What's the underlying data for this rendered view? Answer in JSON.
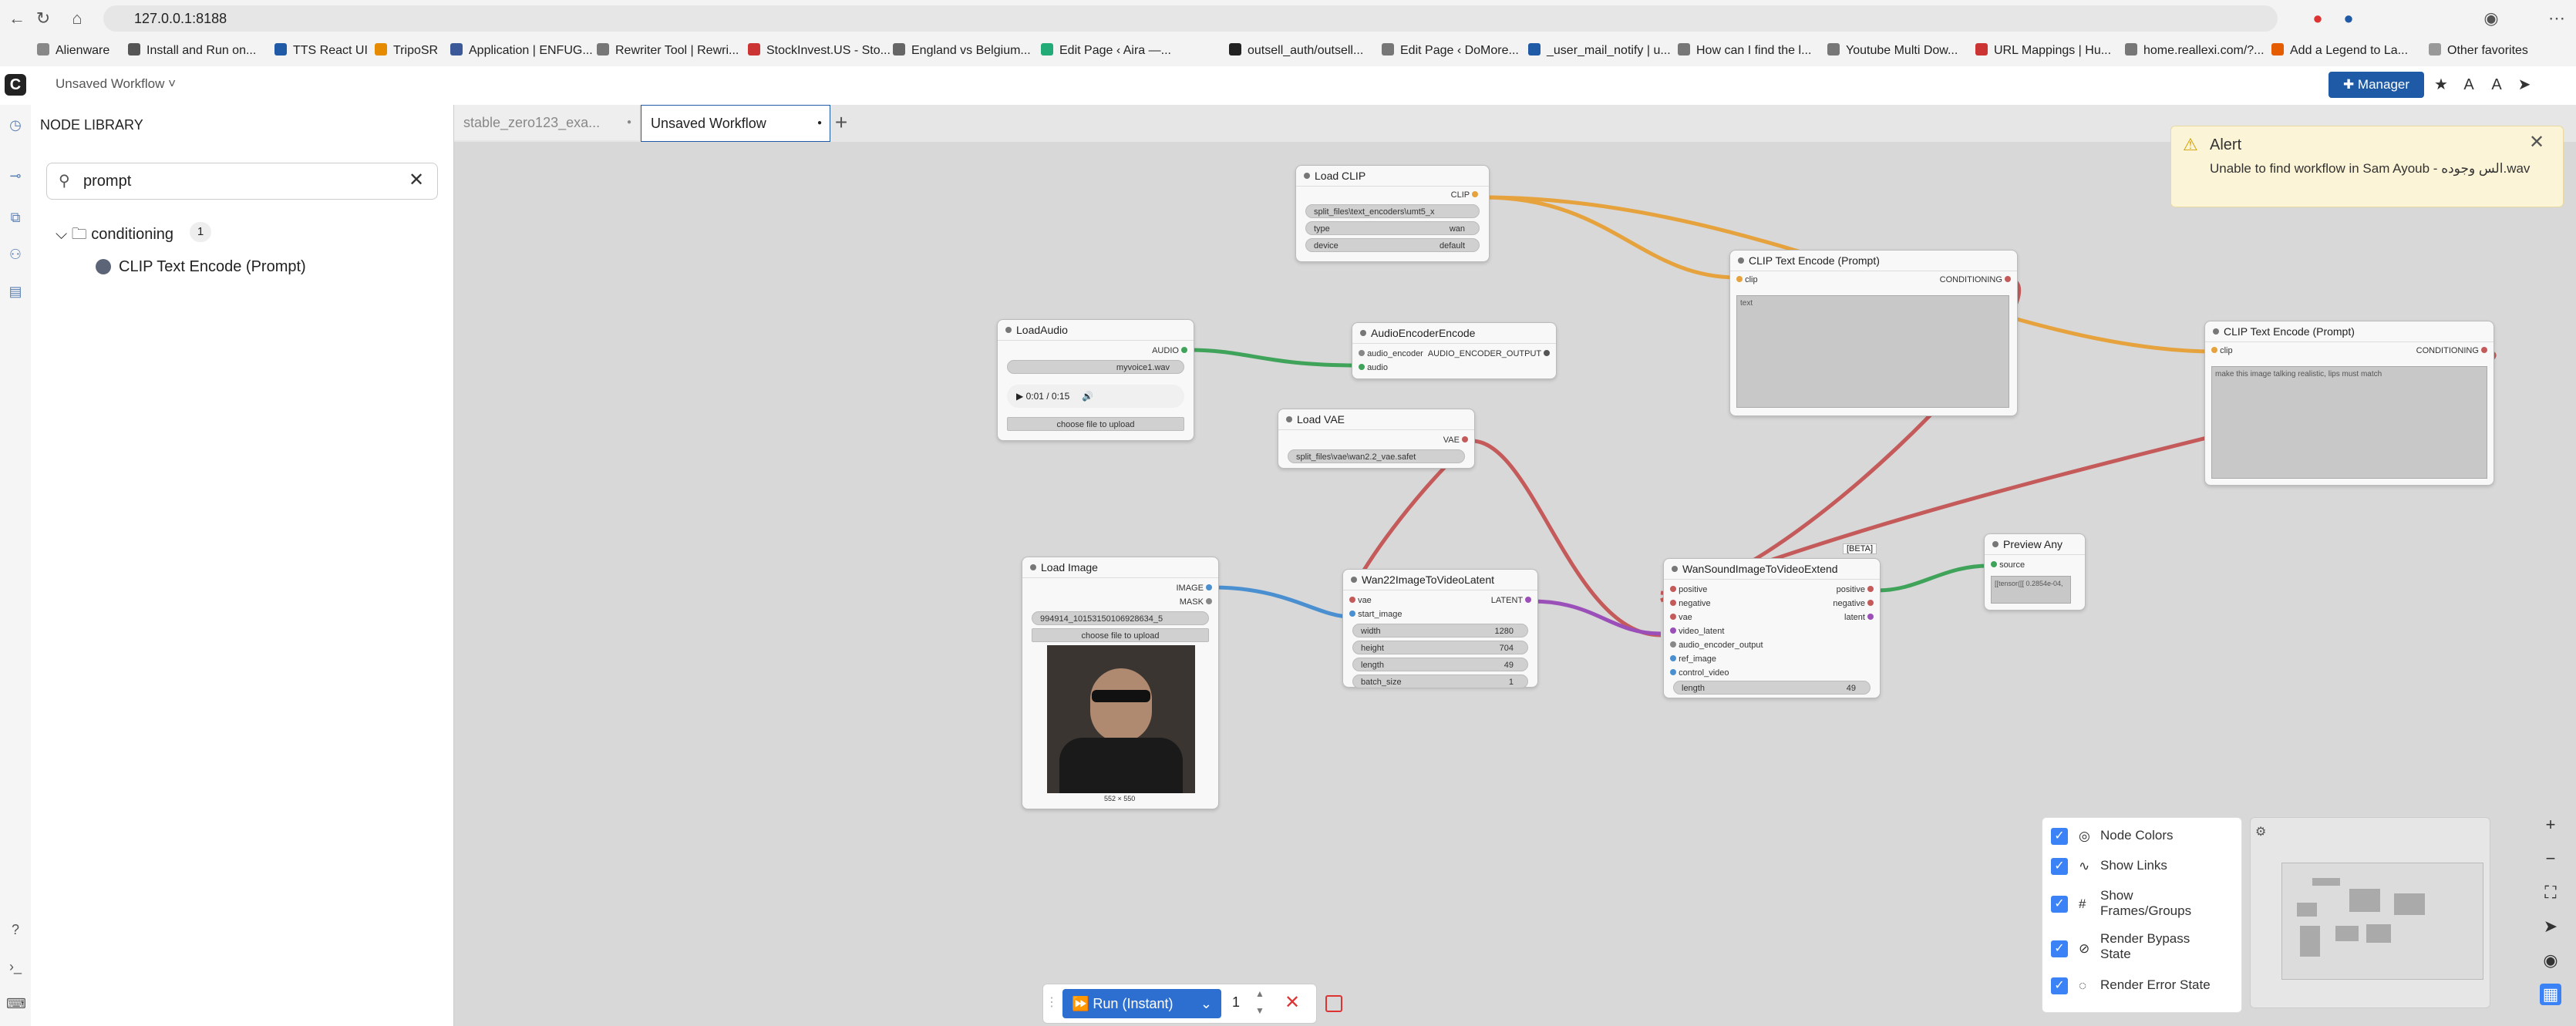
{
  "browser": {
    "url": "127.0.0.1:8188",
    "bookmarks": [
      "Alienware",
      "Install and Run on...",
      "TTS React UI",
      "TripoSR",
      "Application | ENFUG...",
      "Rewriter Tool | Rewri...",
      "StockInvest.US - Sto...",
      "England vs Belgium...",
      "Edit Page ‹ Aira —...",
      "outsell_auth/outsell...",
      "Edit Page ‹ DoMore...",
      "_user_mail_notify | u...",
      "How can I find the l...",
      "Youtube Multi Dow...",
      "URL Mappings | Hu...",
      "home.reallexi.com/?...",
      "Add a Legend to La..."
    ],
    "other_favorites": "Other favorites"
  },
  "app": {
    "workflow_menu": "Unsaved Workflow ˅",
    "manager_label": "Manager"
  },
  "library": {
    "title": "NODE LIBRARY",
    "search_value": "prompt",
    "category": "conditioning",
    "category_count": "1",
    "leaf": "CLIP Text Encode (Prompt)"
  },
  "tabs": [
    {
      "label": "stable_zero123_exa..."
    },
    {
      "label": "Unsaved Workflow"
    }
  ],
  "nodes": {
    "load_clip": {
      "title": "Load CLIP",
      "out": "CLIP",
      "w1": "split_files\\text_encoders\\umt5_x",
      "w2_label": "type",
      "w2_value": "wan",
      "w3_label": "device",
      "w3_value": "default"
    },
    "clip_text_1": {
      "title": "CLIP Text Encode (Prompt)",
      "in": "clip",
      "out": "CONDITIONING",
      "text": "text"
    },
    "clip_text_2": {
      "title": "CLIP Text Encode (Prompt)",
      "in": "clip",
      "out": "CONDITIONING",
      "text": "make this image talking realistic, lips must match"
    },
    "load_audio": {
      "title": "LoadAudio",
      "out": "AUDIO",
      "audio_file": "myvoice1.wav",
      "time": "0:01 / 0:15",
      "upload": "choose file to upload"
    },
    "audio_encoder": {
      "title": "AudioEncoderEncode",
      "in1": "audio_encoder",
      "out": "AUDIO_ENCODER_OUTPUT",
      "in2": "audio"
    },
    "load_vae": {
      "title": "Load VAE",
      "out": "VAE",
      "vae_file": "split_files\\vae\\wan2.2_vae.safet"
    },
    "load_image": {
      "title": "Load Image",
      "out1": "IMAGE",
      "out2": "MASK",
      "image_file": "994914_10153150106928634_5",
      "upload": "choose file to upload",
      "size": "552 × 550"
    },
    "wan22": {
      "title": "Wan22ImageToVideoLatent",
      "in1": "vae",
      "in2": "start_image",
      "out": "LATENT",
      "width": "1280",
      "height": "704",
      "length": "49",
      "batch_size": "1",
      "l_width": "width",
      "l_height": "height",
      "l_length": "length",
      "l_batch": "batch_size"
    },
    "wan_sound": {
      "title": "WanSoundImageToVideoExtend",
      "badge": "[BETA]",
      "ins": [
        "positive",
        "negative",
        "vae",
        "video_latent",
        "audio_encoder_output",
        "ref_image",
        "control_video"
      ],
      "outs": [
        "positive",
        "negative",
        "latent"
      ],
      "length_label": "length",
      "length": "49"
    },
    "preview_any": {
      "title": "Preview Any",
      "in": "source",
      "text": "[[tensor([[ 0.2854e-04,"
    }
  },
  "alert": {
    "title": "Alert",
    "message": "Unable to find workflow in Sam Ayoub - الس وجوده.wav"
  },
  "options": [
    {
      "label": "Node Colors"
    },
    {
      "label": "Show Links"
    },
    {
      "label": "Show Frames/Groups"
    },
    {
      "label": "Render Bypass State"
    },
    {
      "label": "Render Error State"
    }
  ],
  "run": {
    "label": "Run (Instant)",
    "quantity": "1"
  },
  "colors": {
    "clip_link": "#e6a23c",
    "audio_link": "#3fa35a",
    "vae_link": "#c45a5a",
    "image_link": "#4a8fd0",
    "latent_link": "#9b4fb8",
    "accent": "#1e5aa6"
  }
}
